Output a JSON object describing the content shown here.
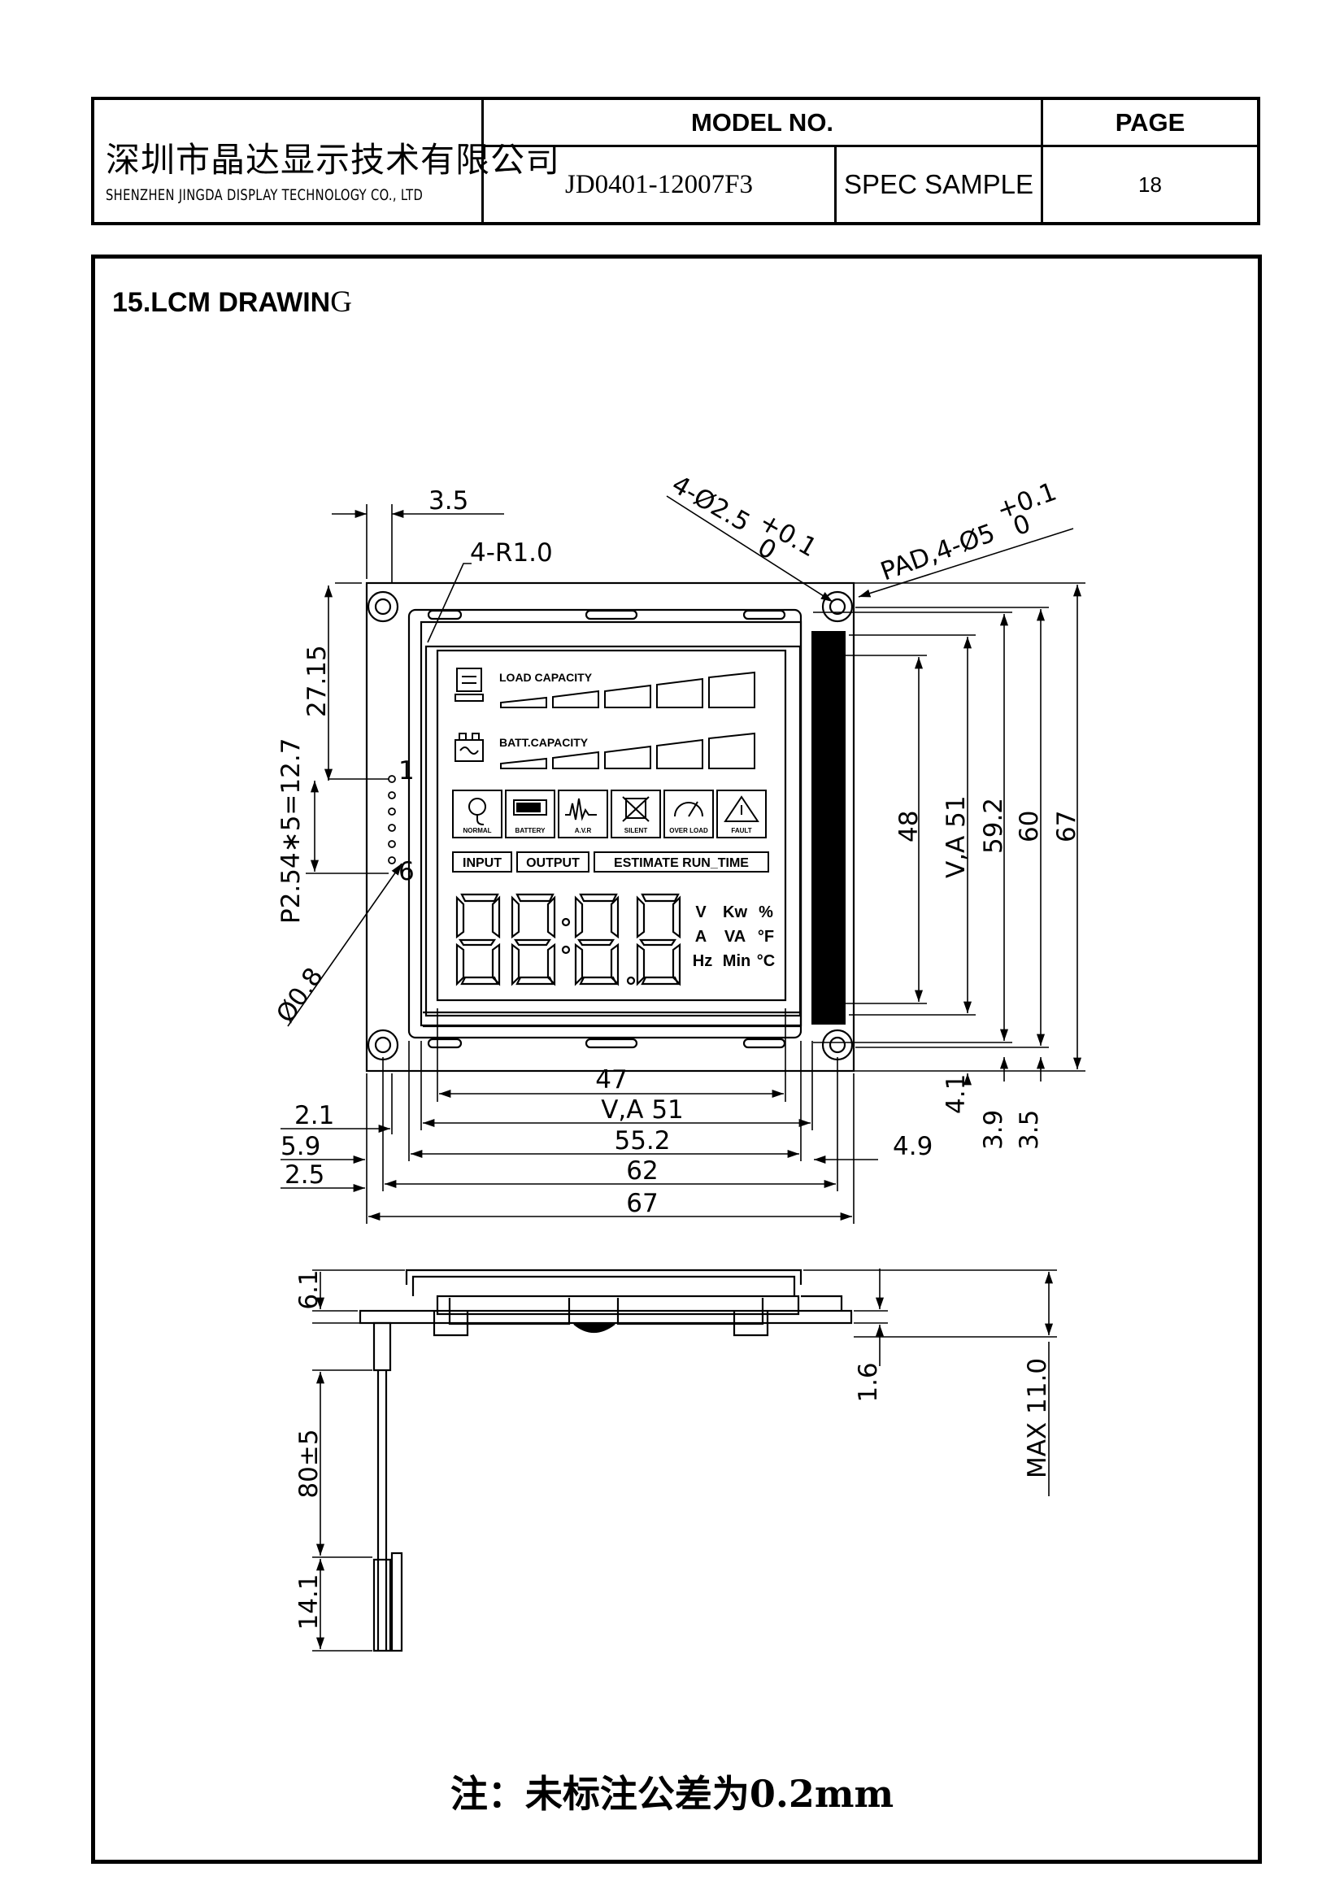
{
  "header": {
    "company_cn": "深圳市晶达显示技术有限公司",
    "company_en": "SHENZHEN  JINGDA  DISPLAY TECHNOLOGY  CO., LTD",
    "model_label": "MODEL NO.",
    "model_value": "JD0401-12007F3",
    "spec_label": "SPEC SAMPLE",
    "page_label": "PAGE",
    "page_value": "18"
  },
  "section": {
    "title_main": "15.LCM DRAWIN",
    "title_tail": "G"
  },
  "drawing": {
    "hole_callout_main": "4-Ø2.5",
    "hole_callout_tol_plus": "+0.1",
    "hole_callout_tol_zero": "0",
    "pad_callout_main": "PAD,4-Ø5",
    "pad_callout_tol_plus": "+0.1",
    "pad_callout_tol_zero": "0",
    "corner_radius": "4-R1.0",
    "top_offset": "3.5",
    "pin_offset": "27.15",
    "pin_pitch": "P2.54∗5=12.7",
    "pin_diameter": "Ø0.8",
    "pin_first": "1",
    "pin_last": "6",
    "lcd": {
      "load_capacity": "LOAD CAPACITY",
      "batt_capacity": "BATT.CAPACITY",
      "icons": [
        "NORMAL",
        "BATTERY",
        "A.V.R",
        "SILENT",
        "OVER LOAD",
        "FAULT"
      ],
      "tab_input": "INPUT",
      "tab_output": "OUTPUT",
      "tab_estimate": "ESTIMATE RUN_TIME",
      "digits": "88:88",
      "units_row1": [
        "V",
        "Kw",
        "%"
      ],
      "units_row2": [
        "A",
        "VA",
        "°F"
      ],
      "units_row3": [
        "Hz",
        "Min",
        "°C"
      ]
    },
    "vertical_dims": [
      "48",
      "V,A  51",
      "59.2",
      "60",
      "67"
    ],
    "right_offsets": [
      "4.1",
      "3.9",
      "3.5"
    ],
    "horizontal_dims": {
      "d47": "47",
      "va51": "V,A  51",
      "d55": "55.2",
      "d62": "62",
      "d67": "67",
      "left_21": "2.1",
      "left_59": "5.9",
      "left_25": "2.5",
      "right_49": "4.9"
    },
    "side_view": {
      "top_gap": "6.1",
      "cable_length": "80±5",
      "connector": "14.1",
      "pcb_thickness": "1.6",
      "max_height": "MAX  11.0"
    }
  },
  "note": "注：未标注公差为0.2mm"
}
